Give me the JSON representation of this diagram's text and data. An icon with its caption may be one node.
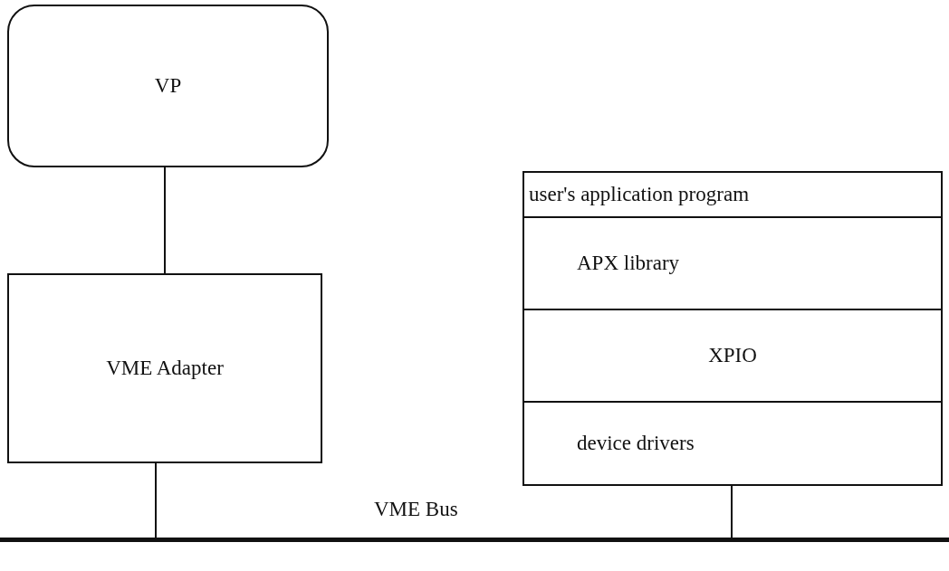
{
  "diagram": {
    "nodes": [
      {
        "text": [
          "VP"
        ]
      },
      {
        "text": [
          "VME  Adapter"
        ]
      },
      {
        "text": [
          "user's application program"
        ]
      },
      {
        "text": [
          "APX library"
        ]
      },
      {
        "text": [
          "XPIO"
        ]
      },
      {
        "text": [
          "device drivers"
        ]
      },
      {
        "text": [],
        "shape": "bar",
        "beside": [
          "VME Bus"
        ]
      }
    ],
    "edges": [
      {
        "from": 0,
        "to": 1,
        "arrow": "none"
      },
      {
        "from": 1,
        "to": 6,
        "arrow": "none"
      },
      {
        "from": 5,
        "to": 6,
        "arrow": "none"
      }
    ]
  }
}
